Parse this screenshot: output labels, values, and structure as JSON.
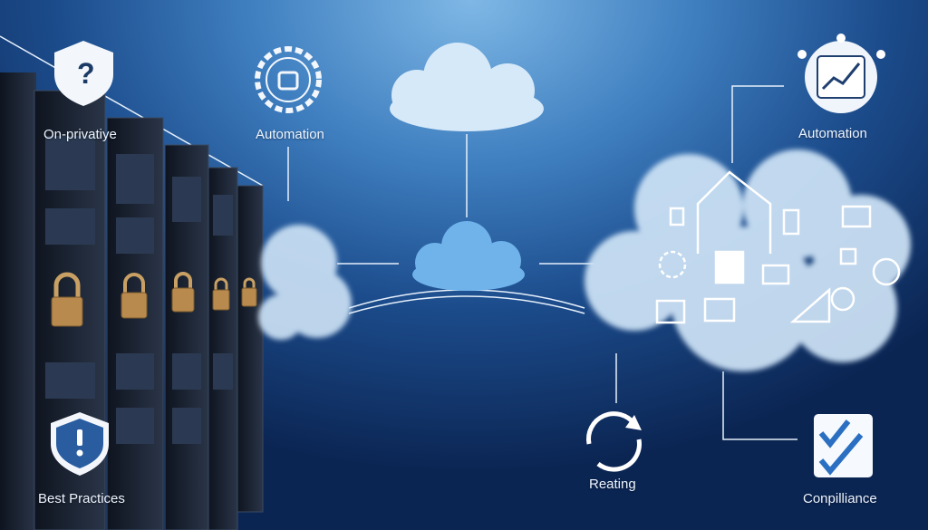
{
  "labels": {
    "on_private": "On-privatiye",
    "automation_left": "Automation",
    "automation_right": "Automation",
    "best_practices": "Best Practices",
    "reating": "Reating",
    "compliance": "Conpilliance"
  },
  "colors": {
    "background_top": "#7fb8e6",
    "background_bottom": "#0b2553",
    "cloud": "#cfe4f7",
    "cloud_accent": "#6fb3ea",
    "lock": "#b88a4e",
    "rack": "#141c2a",
    "check": "#2a6fc2"
  }
}
